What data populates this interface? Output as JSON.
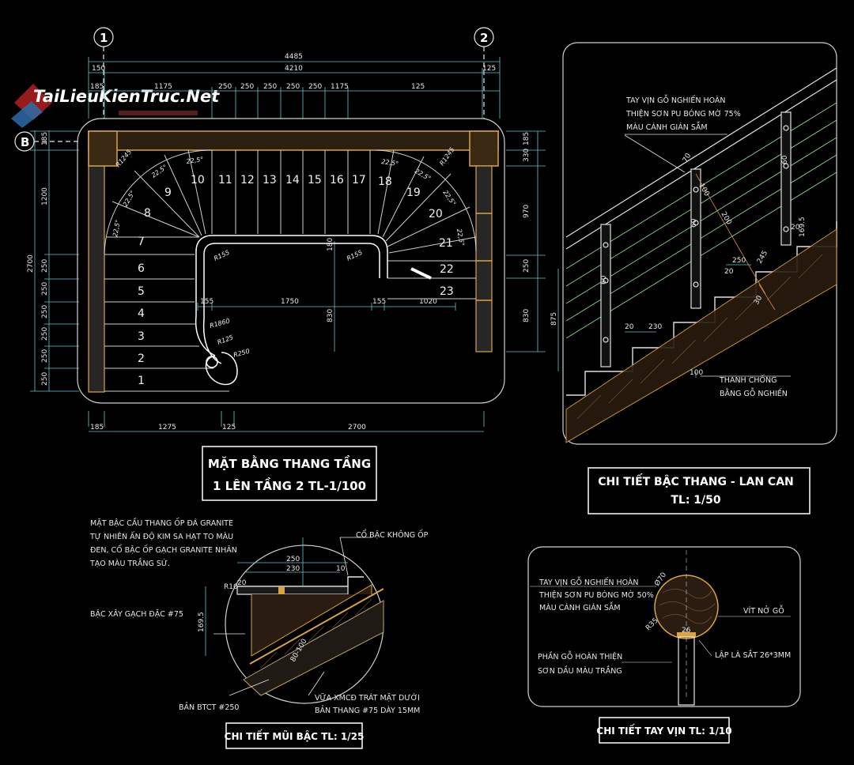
{
  "watermark": "TaiLieuKienTruc.Net",
  "axes": {
    "a1": "1",
    "a2": "2",
    "aB": "B"
  },
  "plan": {
    "title_line1": "MẶT BẰNG THANG TẦNG",
    "title_line2": "1 LÊN TẦNG 2 TL-1/100",
    "steps": [
      "1",
      "2",
      "3",
      "4",
      "5",
      "6",
      "7",
      "8",
      "9",
      "10",
      "11",
      "12",
      "13",
      "14",
      "15",
      "16",
      "17",
      "18",
      "19",
      "20",
      "21",
      "22",
      "23"
    ],
    "top_dims": {
      "total": "4485",
      "inner": "4210",
      "left_offset": "150",
      "right_offset": "125",
      "segments": [
        "185",
        "1175",
        "250",
        "250",
        "250",
        "250",
        "250",
        "1175",
        "125"
      ]
    },
    "bottom_dims": [
      "185",
      "1275",
      "125",
      "2700"
    ],
    "left_dims": {
      "total": "2700",
      "upper": "1200",
      "top": "185",
      "rows": [
        "250",
        "250",
        "250",
        "250",
        "250",
        "250"
      ]
    },
    "right_dims": [
      "185",
      "330",
      "970",
      "250",
      "830"
    ],
    "inner_dims": {
      "d155a": "155",
      "d1750": "1750",
      "d155b": "155",
      "d1020": "1020",
      "d180": "180",
      "d830": "830"
    },
    "radii": {
      "r155a": "R155",
      "r155b": "R155",
      "r1860": "R1860",
      "r125": "R125",
      "r250": "R250",
      "r1245a": "R1245",
      "r1245b": "R1245"
    },
    "angle": "22,5°"
  },
  "rail": {
    "title_line1": "CHI TIẾT BẬC THANG - LAN CAN",
    "title_line2": "TL: 1/50",
    "note_handrail": [
      "TAY VỊN GỖ NGHIẾN HOÀN",
      "THIỆN SƠN PU BÓNG MỜ 75%",
      "MÀU CÁNH GIÁN SẪM"
    ],
    "note_post": [
      "THANH CHỐNG",
      "BẰNG GỖ NGHIẾN"
    ],
    "dims": {
      "d60a": "60",
      "d60b": "60",
      "d60c": "60",
      "d70": "70",
      "d100": "100",
      "d200": "200",
      "d20a": "20",
      "d20b": "20",
      "d20c": "20",
      "d230": "230",
      "d250": "250",
      "d875": "875",
      "d1695": "169.5",
      "d100b": "100",
      "d30": "30",
      "d245": "245"
    }
  },
  "nosing": {
    "title": "CHI TIẾT MŨI BẬC TL: 1/25",
    "note_top": [
      "MẶT BẬC CẦU THANG ỐP ĐÁ GRANITE",
      "TỰ NHIÊN ẤN ĐỘ KIM SA HẠT TO MÀU",
      "ĐEN, CỔ BẬC ỐP GẠCH GRANITE NHÂN",
      "TẠO MÀU TRẮNG SỨ."
    ],
    "note_riser": "CỔ BẬC KHÔNG ỐP",
    "note_brick": "BẬC XÂY GẠCH ĐẶC #75",
    "note_slab": "BẢN BTCT #250",
    "note_mortar": [
      "VỮA XMCĐ TRÁT MẶT DƯỚI",
      "BẢN THANG #75 DÀY 15MM"
    ],
    "dims": {
      "d250": "250",
      "d230": "230",
      "d20": "20",
      "d10": "10",
      "r10": "R10",
      "d1695": "169.5",
      "d80100": "80-100"
    }
  },
  "handrail": {
    "title": "CHI TIẾT TAY VỊN TL: 1/10",
    "note_rail": [
      "TAY VỊN GỖ NGHIẾN HOÀN",
      "THIỆN SƠN PU BÓNG MỜ 50%",
      "MÀU CÁNH GIÁN SẪM"
    ],
    "note_screw": "VÍT NỞ GỖ",
    "note_bar": "LẬP LÀ SẮT 26*3MM",
    "note_post": [
      "PHẦN GỖ HOÀN THIỆN",
      "SƠN DẦU MÀU TRẮNG"
    ],
    "dims": {
      "d70": "Ø70",
      "r35": "R35",
      "d26": "26"
    }
  },
  "colors": {
    "line": "#d8d8d8",
    "dim": "#4fd0d0",
    "wall": "#d9a441",
    "green": "#8fd38f",
    "text": "#ffffff"
  }
}
